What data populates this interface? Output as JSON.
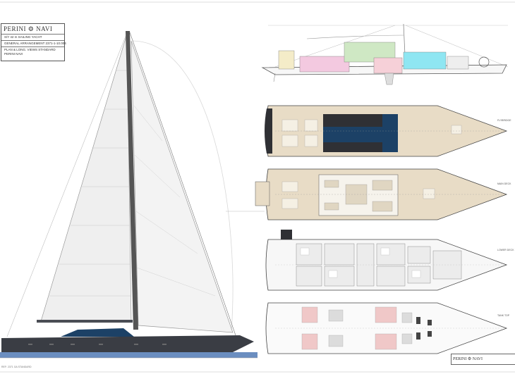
{
  "title_block": {
    "brand": "PERINI ⚙ NAVI",
    "line1": "S/Y 42 m   SAILING YACHT",
    "line2": "GENERAL ARRANGEMENT     2371-1-10.004",
    "line3": "PLAN & LONG. VIEWS STANDARD",
    "line4": "PERINI NAVI"
  },
  "bottom_block": {
    "brand": "PERINI ⚙ NAVI"
  },
  "deck_labels": {
    "main_deck": "MAIN DECK",
    "lower_deck": "LOWER DECK",
    "tank_top": "TANK TOP",
    "flybridge": "FLYBRIDGE"
  },
  "footer": "REF: 2371 GA STANDARD",
  "colors": {
    "hull": "#3a3d44",
    "waterline": "#6b8ec0",
    "sail": "#eeeeee",
    "deck_fill": "#e8dcc6",
    "dark_panel": "#2f3034",
    "blue_panel": "#1c4166"
  }
}
